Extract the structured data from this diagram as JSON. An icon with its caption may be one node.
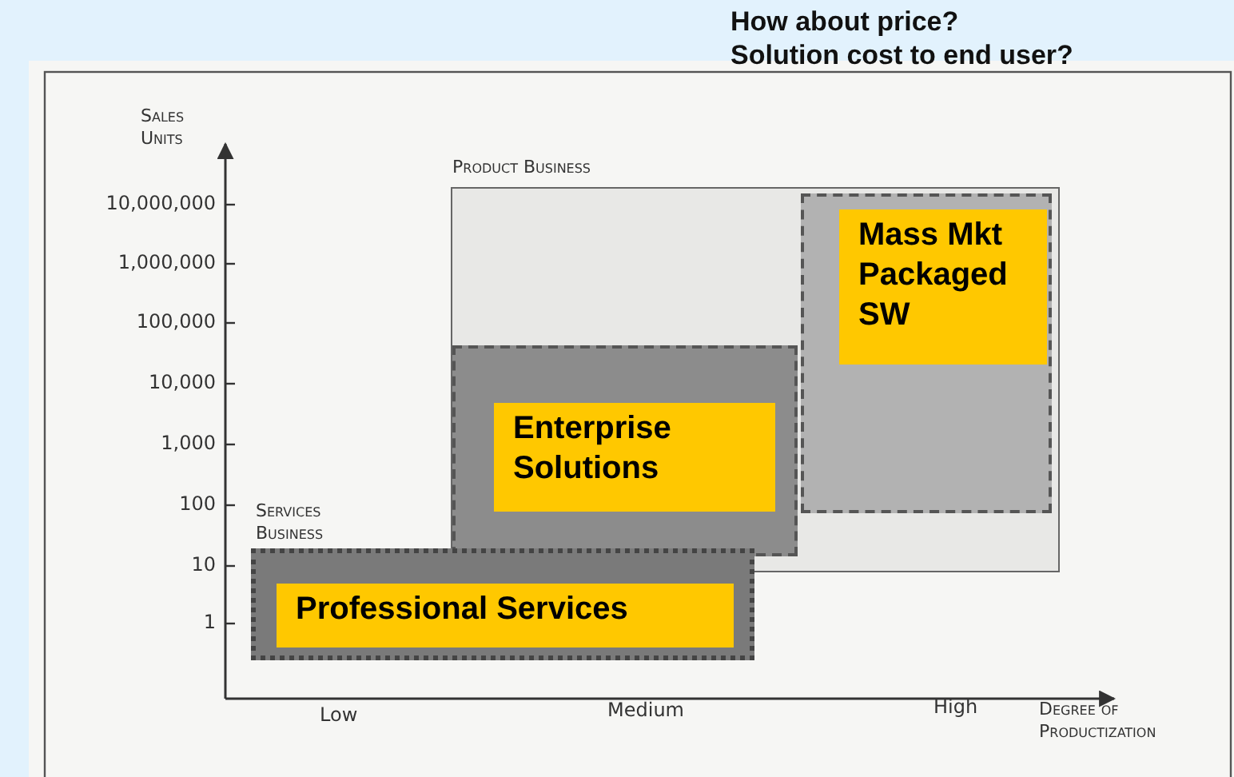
{
  "diagram": {
    "nodes": [
      {
        "text": [
          "Product Business"
        ]
      },
      {
        "text": [
          "Enterprise Solutions"
        ],
        "in": 0
      },
      {
        "text": [
          "Mass Mkt Packaged SW"
        ],
        "in": 0
      },
      {
        "text": [
          "Services Business",
          "Professional Services"
        ]
      }
    ],
    "labels": [
      "How about price?",
      "Solution cost to end user?",
      "Sales Units",
      "10,000,000",
      "1,000,000",
      "100,000",
      "10,000",
      "1,000",
      "100",
      "10",
      "1",
      "Low",
      "Medium",
      "High",
      "Degree of Productization"
    ]
  }
}
